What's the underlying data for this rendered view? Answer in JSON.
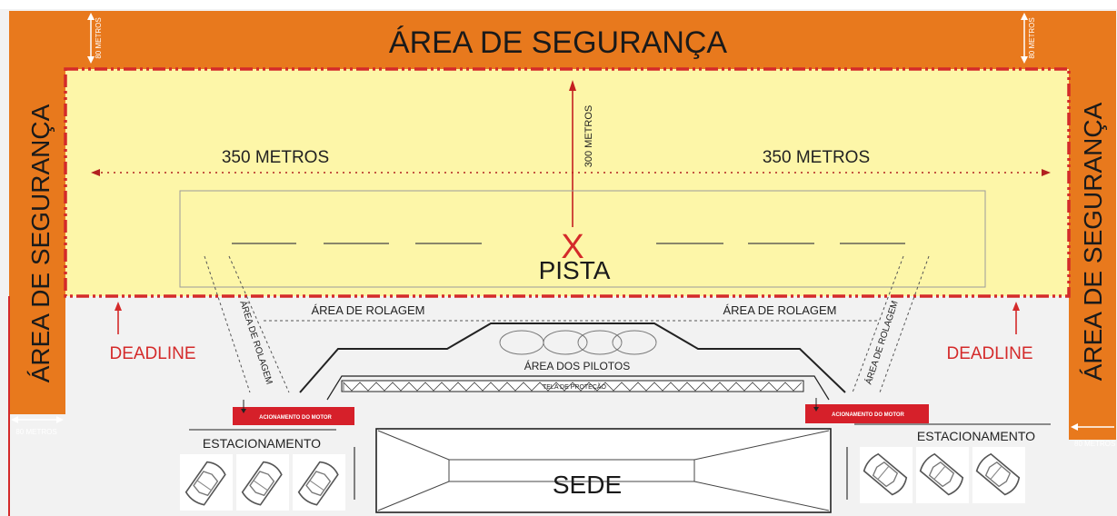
{
  "colors": {
    "safety_orange": "#e8791d",
    "flight_yellow": "#fdf6a8",
    "deadline_red": "#d42a2a",
    "ground_gray": "#f2f2f2",
    "motor_red": "#d6202a"
  },
  "safety_area": {
    "top_label": "ÁREA DE SEGURANÇA",
    "left_label": "ÁREA DE SEGURANÇA",
    "right_label": "ÁREA DE SEGURANÇA",
    "width_label": "80 METROS"
  },
  "flight_area": {
    "left_distance": "350 METROS",
    "right_distance": "350 METROS",
    "height_distance": "300 METROS",
    "center_mark": "X",
    "runway_label": "PISTA"
  },
  "deadline": {
    "left_label": "DEADLINE",
    "right_label": "DEADLINE"
  },
  "taxi": {
    "left_label": "ÁREA DE ROLAGEM",
    "right_label": "ÁREA DE ROLAGEM",
    "left_diagonal_label": "ÁREA DE ROLAGEM",
    "right_diagonal_label": "ÁREA DE ROLAGEM"
  },
  "pilots": {
    "label": "ÁREA DOS PILOTOS",
    "circles": 4
  },
  "protection_net": {
    "label": "TELA DE PROTEÇÃO"
  },
  "motor": {
    "left_label": "ACIONAMENTO DO MOTOR",
    "right_label": "ACIONAMENTO DO MOTOR"
  },
  "parking": {
    "left_label": "ESTACIONAMENTO",
    "right_label": "ESTACIONAMENTO",
    "left_cars": 3,
    "right_cars": 3
  },
  "headquarters": {
    "label": "SEDE"
  }
}
